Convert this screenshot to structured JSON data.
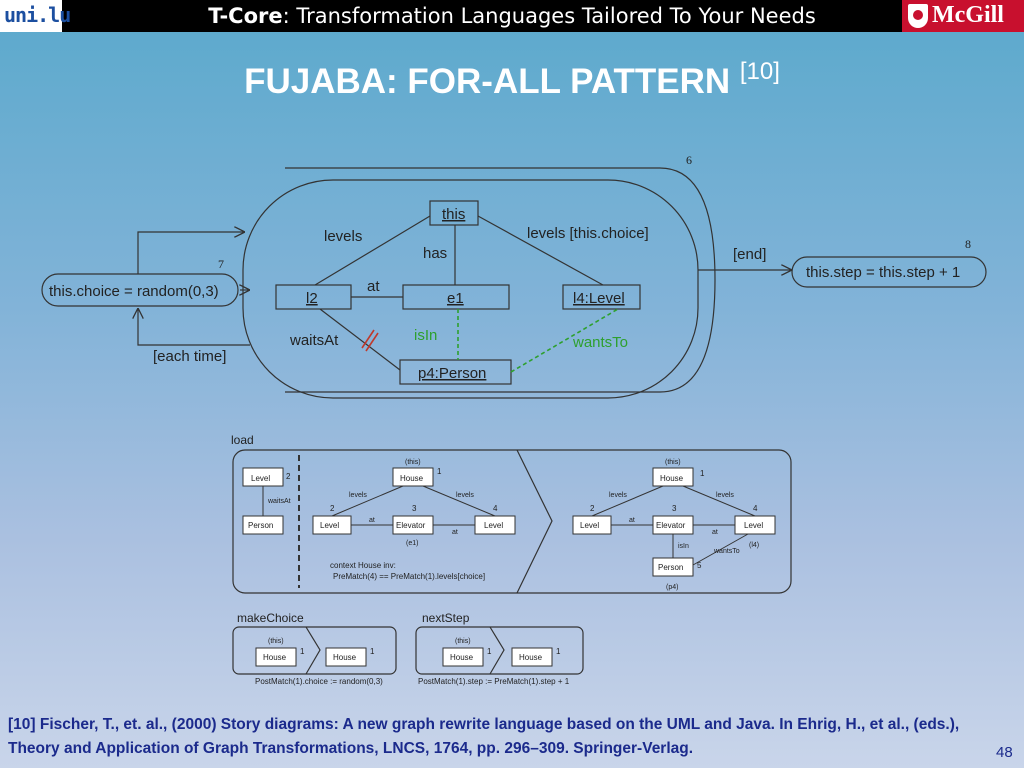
{
  "header": {
    "logo_left": "uni.lu",
    "brand": "T-Core",
    "tagline": ": Transformation Languages Tailored To Your Needs",
    "logo_right": "McGill"
  },
  "slide": {
    "title": "FUJABA: FOR-ALL PATTERN",
    "title_ref": "[10]",
    "page_number": "48",
    "footnote": "[10] Fischer, T., et. al., (2000) Story diagrams: A new graph rewrite language based on the UML and Java. In Ehrig, H., et al., (eds.), Theory and Application of Graph Transformations, LNCS, 1764, pp. 296–309. Springer-Verlag."
  },
  "story": {
    "num6": "6",
    "num7": "7",
    "num8": "8",
    "state_choice": "this.choice = random(0,3)",
    "state_step": "this.step = this.step + 1",
    "each_time": "[each time]",
    "end": "[end]",
    "node_this": "this",
    "node_l2": "l2",
    "node_e1": "e1",
    "node_l4": "l4:Level",
    "node_p4": "p4:Person",
    "edge_levels": "levels",
    "edge_levels_choice": "levels [this.choice]",
    "edge_has": "has",
    "edge_at": "at",
    "edge_waitsAt": "waitsAt",
    "edge_isIn": "isIn",
    "edge_wantsTo": "wantsTo"
  },
  "rules": {
    "load_label": "load",
    "context": "context House inv:",
    "prematch": "PreMatch(4) == PreMatch(1).levels[choice]",
    "n_level": "Level",
    "n_person": "Person",
    "n_house": "House",
    "n_elevator": "Elevator",
    "e_levels": "levels",
    "e_at": "at",
    "e_waitsAt": "waitsAt",
    "e_isIn": "isIn",
    "e_wantsTo": "wantsTo",
    "r_this": "(this)",
    "r_e1": "(e1)",
    "r_l4": "(l4)",
    "r_p4": "(p4)",
    "i1": "1",
    "i2": "2",
    "i3": "3",
    "i4": "4",
    "i5": "5",
    "makechoice_label": "makeChoice",
    "nextstep_label": "nextStep",
    "postmatch_choice": "PostMatch(1).choice := random(0,3)",
    "postmatch_step": "PostMatch(1).step := PreMatch(1).step + 1"
  }
}
